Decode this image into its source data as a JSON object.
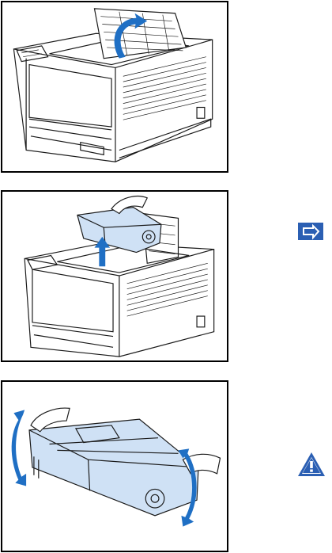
{
  "figures": [
    {
      "id": "step-open-cover",
      "icon": "printer-open-cover-illustration"
    },
    {
      "id": "step-remove-cartridge",
      "icon": "printer-remove-cartridge-illustration"
    },
    {
      "id": "step-shake-cartridge",
      "icon": "toner-cartridge-shake-illustration"
    }
  ],
  "margin_icons": [
    {
      "id": "note",
      "icon": "note-arrow-icon",
      "color": "#2b5fb3"
    },
    {
      "id": "warning",
      "icon": "warning-triangle-icon",
      "color": "#2b5fb3"
    }
  ],
  "colors": {
    "accent_arrow": "#1f6fc4",
    "cartridge_fill": "#cfe1f5"
  }
}
